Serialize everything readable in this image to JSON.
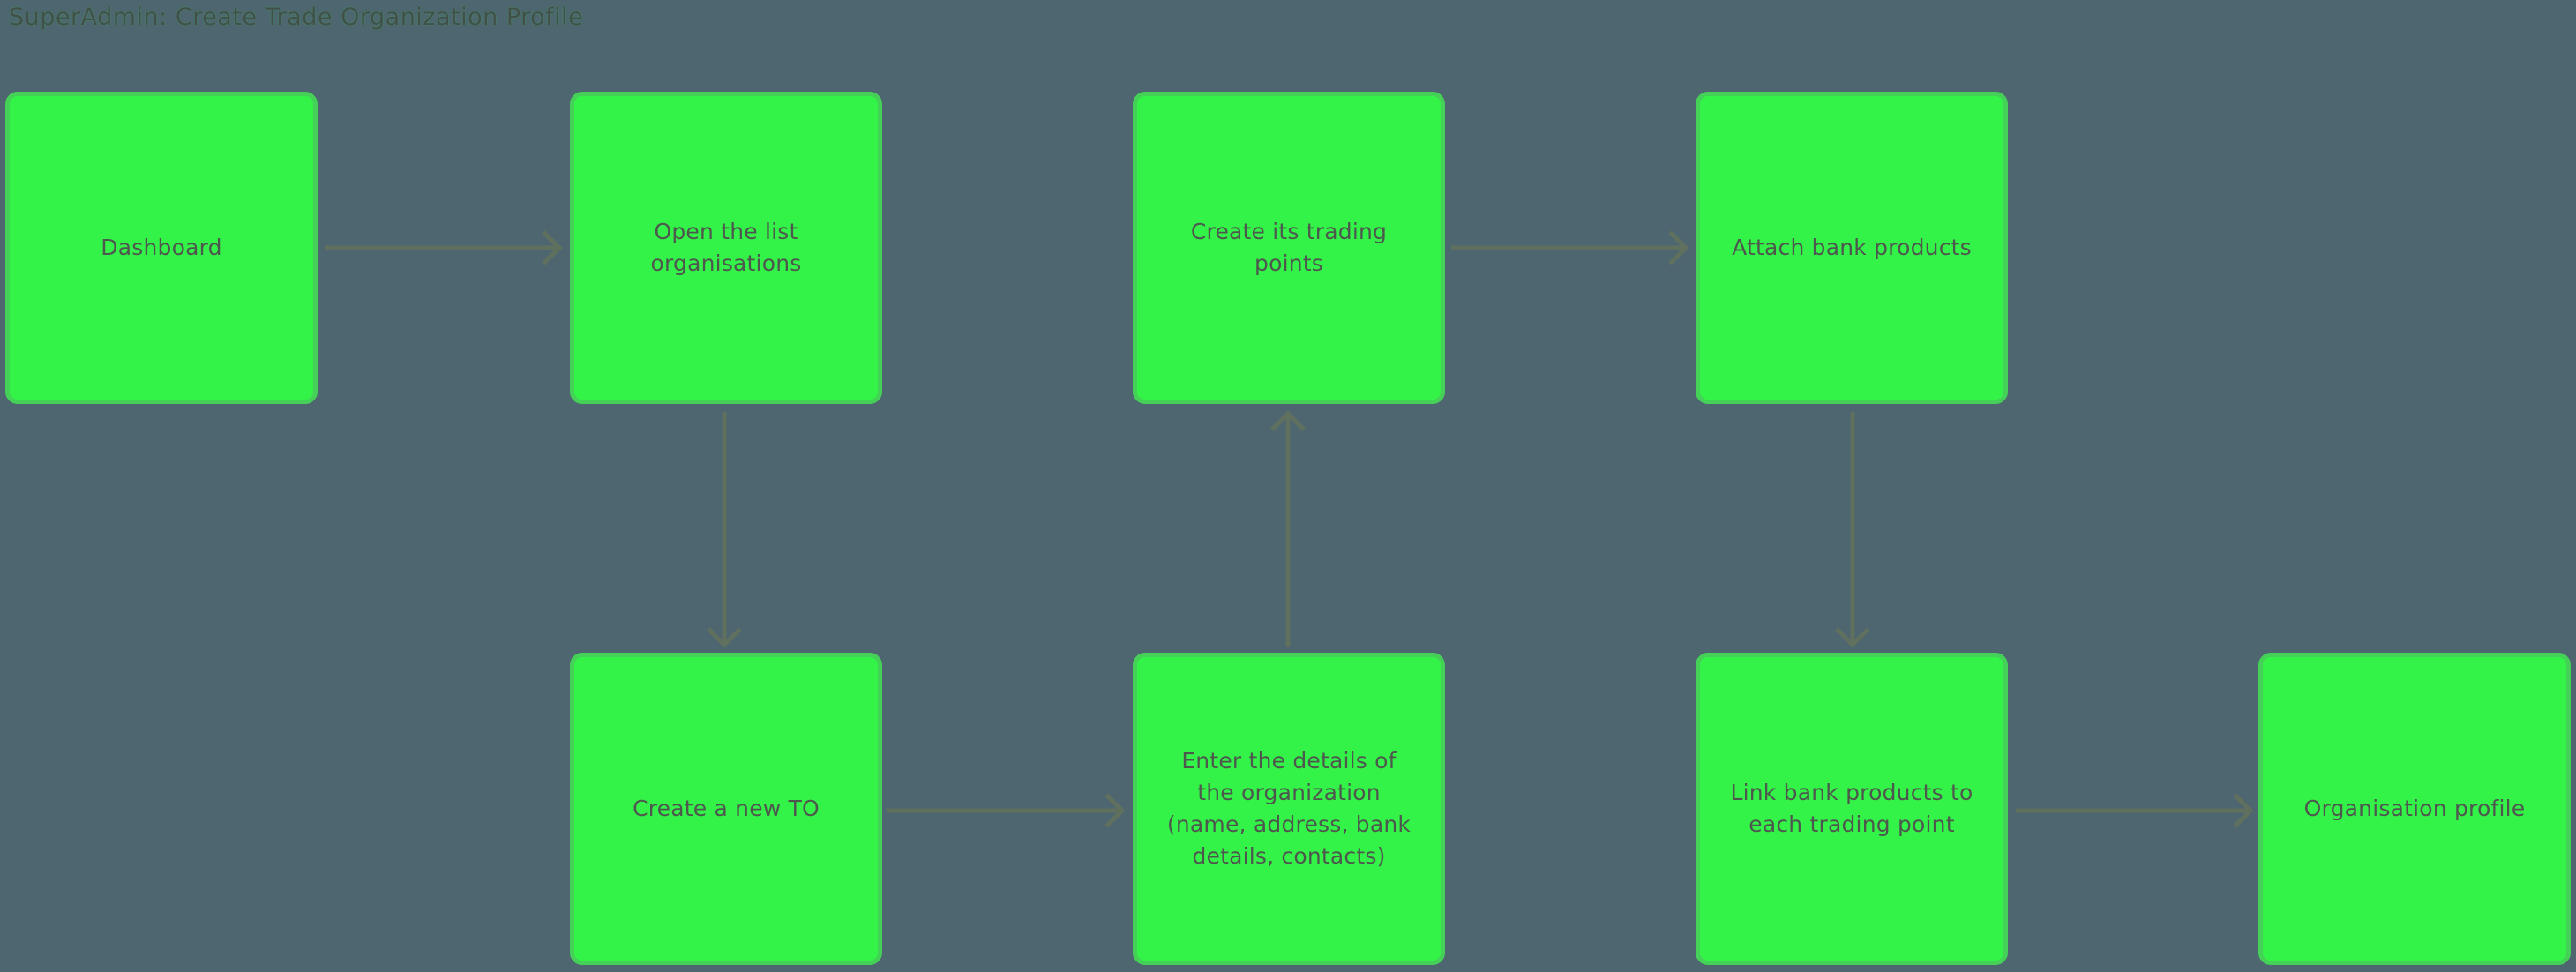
{
  "page": {
    "title": "SuperAdmin: Create Trade Organization Profile"
  },
  "diagram": {
    "type": "flowchart",
    "colors": {
      "background": "#4d666f",
      "node_fill": "#34f348",
      "node_border": "#45d058",
      "node_text": "#4e574e",
      "arrow": "#60705f",
      "title_text": "#41514a"
    },
    "nodes": [
      {
        "id": "dashboard",
        "label": "Dashboard"
      },
      {
        "id": "open-list-organisations",
        "label": "Open the list organisations"
      },
      {
        "id": "create-trading-points",
        "label": "Create its trading points"
      },
      {
        "id": "attach-bank-products",
        "label": "Attach bank products"
      },
      {
        "id": "create-new-to",
        "label": "Create a new TO"
      },
      {
        "id": "enter-org-details",
        "label": "Enter the details of the organization (name, address, bank details, contacts)"
      },
      {
        "id": "link-bank-products",
        "label": "Link bank products to each trading point"
      },
      {
        "id": "organisation-profile",
        "label": "Organisation profile"
      }
    ],
    "edges": [
      {
        "from": "dashboard",
        "to": "open-list-organisations",
        "direction": "right"
      },
      {
        "from": "open-list-organisations",
        "to": "create-new-to",
        "direction": "down"
      },
      {
        "from": "create-new-to",
        "to": "enter-org-details",
        "direction": "right"
      },
      {
        "from": "enter-org-details",
        "to": "create-trading-points",
        "direction": "up"
      },
      {
        "from": "create-trading-points",
        "to": "attach-bank-products",
        "direction": "right"
      },
      {
        "from": "attach-bank-products",
        "to": "link-bank-products",
        "direction": "down"
      },
      {
        "from": "link-bank-products",
        "to": "organisation-profile",
        "direction": "right"
      }
    ]
  }
}
